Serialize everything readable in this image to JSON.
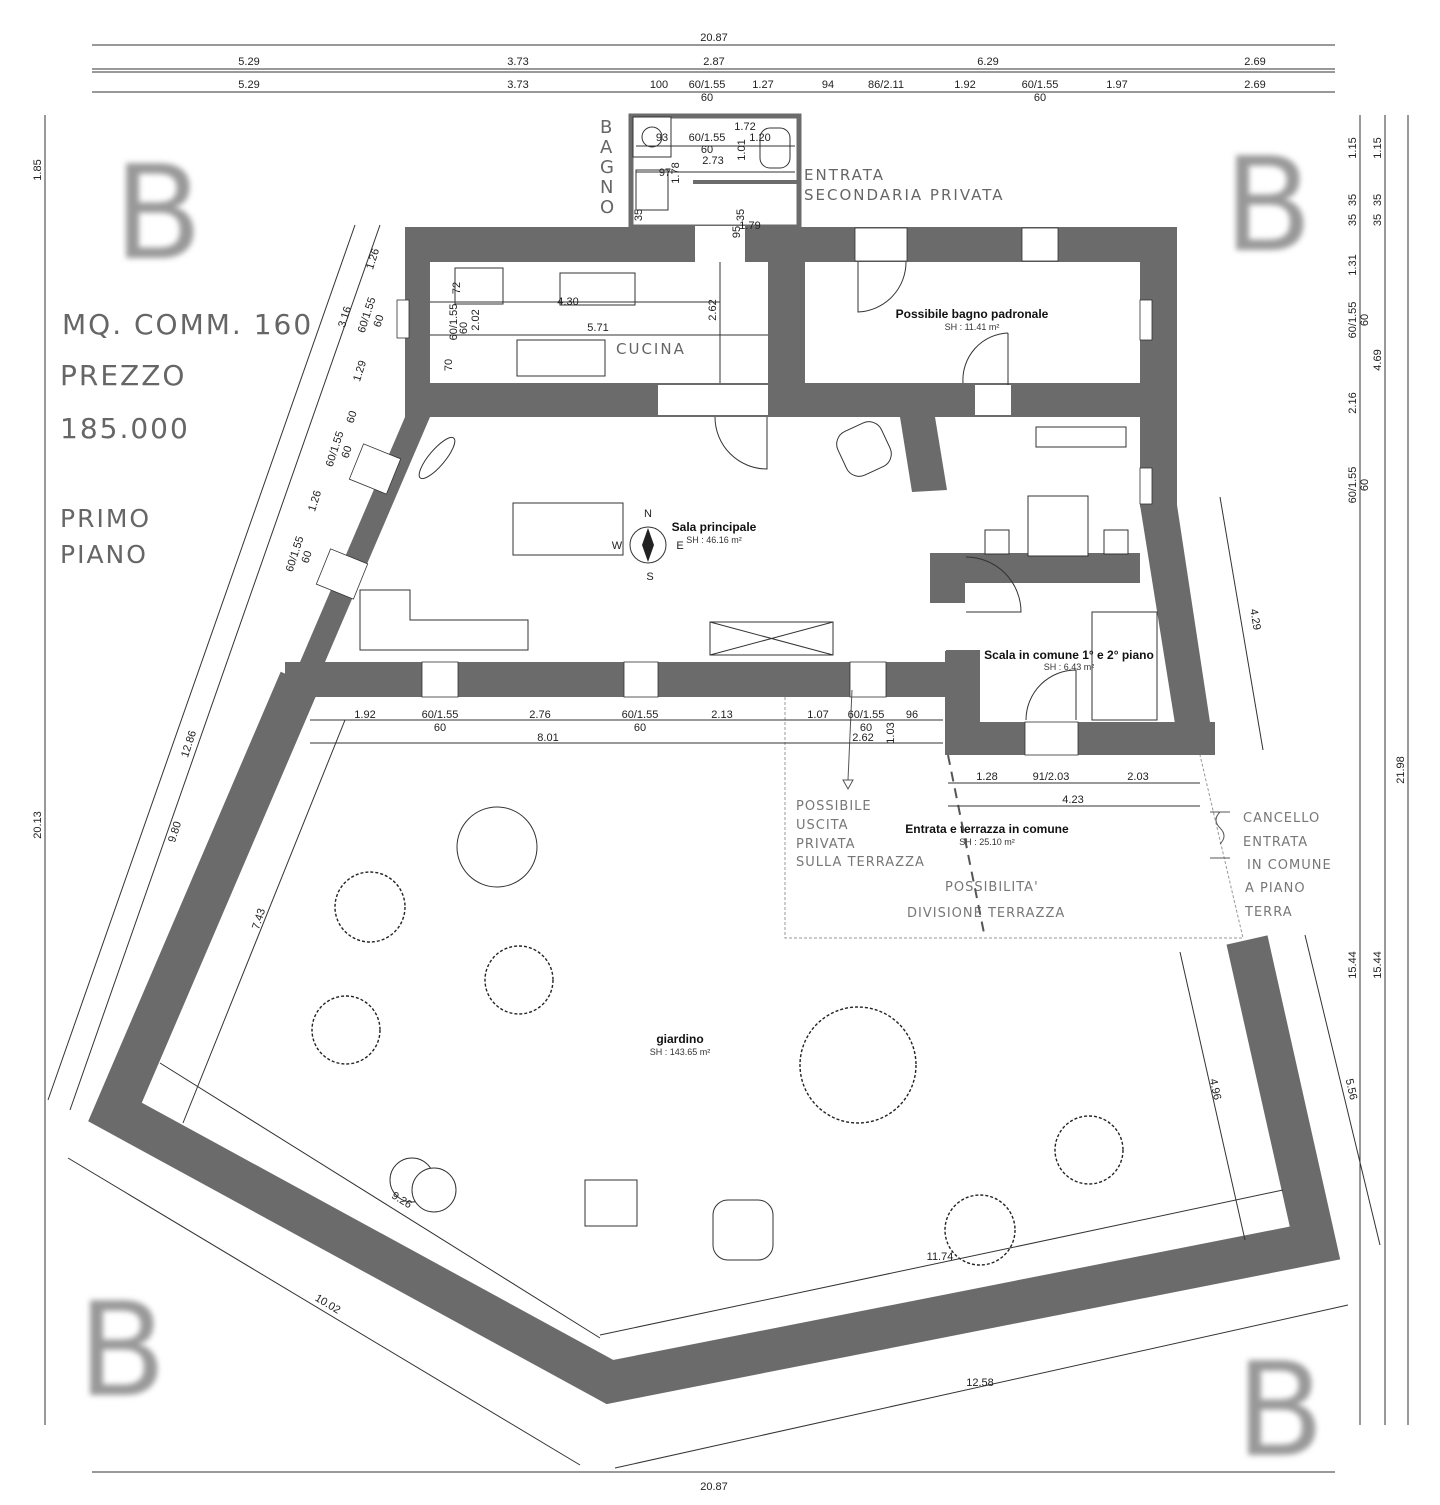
{
  "notes": {
    "area": "MQ. COMM. 160",
    "price_label": "PREZZO",
    "price": "185.000",
    "floor_1": "PRIMO",
    "floor_2": "PIANO",
    "bagno": [
      "B",
      "A",
      "G",
      "N",
      "O"
    ],
    "entrata_1": "ENTRATA",
    "entrata_2": "SECONDARIA PRIVATA",
    "cucina": "CUCINA",
    "uscita": [
      "POSSIBILE",
      "USCITA",
      "PRIVATA",
      "SULLA TERRAZZA"
    ],
    "divisione": [
      "POSSIBILITA'",
      "DIVISIONE TERRAZZA"
    ],
    "cancello": [
      "CANCELLO",
      "ENTRATA",
      "IN COMUNE",
      "A PIANO",
      "TERRA"
    ],
    "watermark": "B"
  },
  "rooms": {
    "bagno_padronale": {
      "name": "Possibile bagno padronale",
      "sh": "SH : 11.41 m²"
    },
    "sala": {
      "name": "Sala principale",
      "sh": "SH : 46.16 m²"
    },
    "scala": {
      "name": "Scala in comune 1° e 2° piano",
      "sh": "SH : 6.43 m²"
    },
    "terrazza": {
      "name": "Entrata e terrazza in comune",
      "sh": "SH : 25.10 m²"
    },
    "giardino": {
      "name": "giardino",
      "sh": "SH : 143.65 m²"
    }
  },
  "compass": {
    "n": "N",
    "s": "S",
    "e": "E",
    "w": "W"
  },
  "dims": {
    "top_total": "20.87",
    "top_row2": [
      "5.29",
      "3.73",
      "2.87",
      "6.29",
      "2.69"
    ],
    "top_row3": [
      "5.29",
      "3.73",
      "100",
      "60/1.55",
      "60",
      "1.27",
      "94",
      "86/2.11",
      "1.92",
      "60/1.55",
      "60",
      "1.97",
      "2.69"
    ],
    "right": [
      "1.15",
      "35",
      "35",
      "1.31",
      "60/1.55",
      "60",
      "2.16",
      "60/1.55",
      "60",
      "4.69",
      "1.15",
      "35",
      "35",
      "21.98",
      "15.44",
      "15.44"
    ],
    "left": [
      "1.85",
      "20.13"
    ],
    "slant": [
      "3.16",
      "1.26",
      "60/1.55",
      "60",
      "1.29",
      "60",
      "60/1.55",
      "60",
      "1.26",
      "60/1.55",
      "60",
      "12.86",
      "9.80",
      "7.43"
    ],
    "sala_bottom": [
      "1.92",
      "60/1.55",
      "60",
      "2.76",
      "60/1.55",
      "60",
      "2.13",
      "1.07",
      "60/1.55",
      "60",
      "96",
      "8.01",
      "2.62",
      "1.03"
    ],
    "scala": [
      "1.28",
      "91/2.03",
      "2.03",
      "4.23",
      "4.29"
    ],
    "garden": [
      "9.26",
      "10.02",
      "11.74",
      "12.58",
      "20.87",
      "4.96",
      "5.56"
    ],
    "kitchen": [
      "72",
      "4.30",
      "60/1.55",
      "60",
      "2.02",
      "5.71",
      "70",
      "2.62"
    ],
    "bagno": [
      "1.72",
      "93",
      "60/1.55",
      "1.20",
      "60",
      "1.01",
      "2.73",
      "97",
      "1.78",
      "35",
      "95",
      "35",
      "1.79"
    ]
  }
}
